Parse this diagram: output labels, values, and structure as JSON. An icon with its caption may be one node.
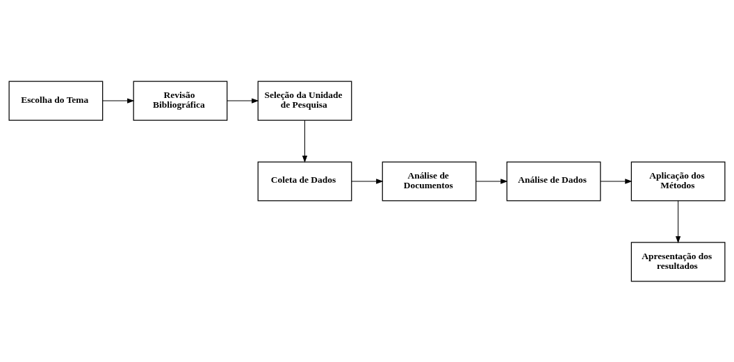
{
  "diagram": {
    "nodes": [
      {
        "text": [
          "Escolha do Tema"
        ]
      },
      {
        "text": [
          "Revisão Bibliográfica"
        ]
      },
      {
        "text": [
          "Seleção da Unidade de Pesquisa"
        ]
      },
      {
        "text": [
          "Coleta de Dados"
        ]
      },
      {
        "text": [
          "Análise de Documentos"
        ]
      },
      {
        "text": [
          "Análise de Dados"
        ]
      },
      {
        "text": [
          "Aplicação dos Métodos"
        ]
      },
      {
        "text": [
          "Apresentação dos resultados"
        ]
      }
    ],
    "edges": [
      {
        "from": 0,
        "to": 1,
        "arrow": "to"
      },
      {
        "from": 1,
        "to": 2,
        "arrow": "to"
      },
      {
        "from": 2,
        "to": 3,
        "arrow": "to"
      },
      {
        "from": 3,
        "to": 4,
        "arrow": "to"
      },
      {
        "from": 4,
        "to": 5,
        "arrow": "to"
      },
      {
        "from": 5,
        "to": 6,
        "arrow": "to"
      },
      {
        "from": 6,
        "to": 7,
        "arrow": "to"
      }
    ]
  }
}
